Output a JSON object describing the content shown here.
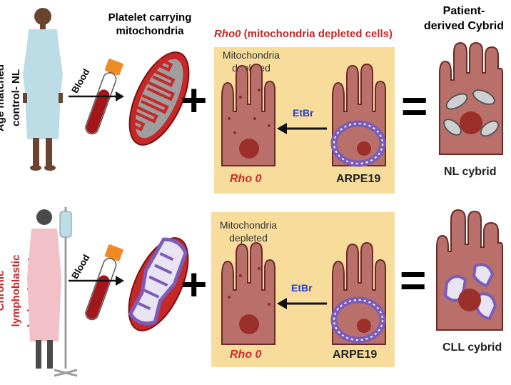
{
  "headers": {
    "platelet": "Platelet carrying\nmitochondria",
    "rho0": "Rho0",
    "rho0_rest": " (mitochondria depleted cells)",
    "patient": "Patient-\nderived Cybrid"
  },
  "rows": [
    {
      "side_label": "Age matched\ncontrol- NL",
      "side_color": "#111111",
      "blood_label": "Blood",
      "box_label": "Mitochondria\ndepleted",
      "etbr": "EtBr",
      "rho0_cell": "Rho 0",
      "arpe": "ARPE19",
      "cybrid_label": "NL cybrid"
    },
    {
      "side_label": "Chronic lymphoblastic\nleukemia- CLL",
      "side_color": "#c62828",
      "blood_label": "Blood",
      "box_label": "Mitochondria\ndepleted",
      "etbr": "EtBr",
      "rho0_cell": "Rho 0",
      "arpe": "ARPE19",
      "cybrid_label": "CLL cybrid"
    }
  ],
  "operators": {
    "plus": "+",
    "equals": "="
  },
  "colors": {
    "box_bg": "#f7dc9c",
    "cell_fill": "#b9706a",
    "nucleus": "#9b2f2a",
    "mito_red": "#c62828",
    "mito_purple": "#7b5cb8",
    "etbr_blue": "#2a3fc9",
    "gown_nl": "#bcdce6",
    "gown_cll": "#f2c0c8"
  }
}
